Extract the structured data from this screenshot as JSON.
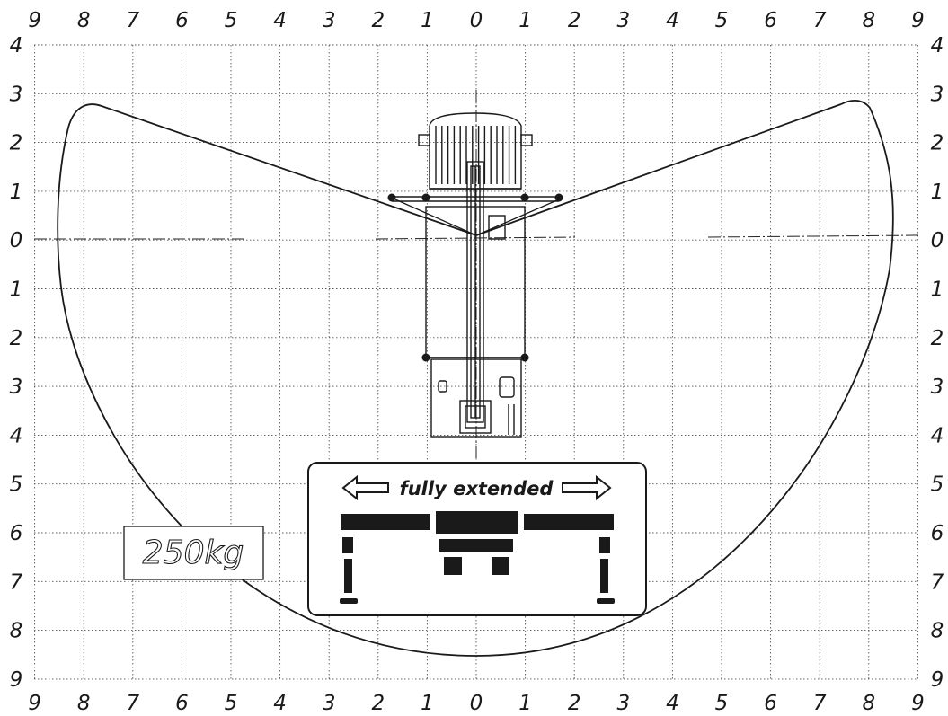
{
  "grid": {
    "top_labels": [
      "9",
      "8",
      "7",
      "6",
      "5",
      "4",
      "3",
      "2",
      "1",
      "0",
      "1",
      "2",
      "3",
      "4",
      "5",
      "6",
      "7",
      "8",
      "9"
    ],
    "bottom_labels": [
      "9",
      "8",
      "7",
      "6",
      "5",
      "4",
      "3",
      "2",
      "1",
      "0",
      "1",
      "2",
      "3",
      "4",
      "5",
      "6",
      "7",
      "8",
      "9"
    ],
    "left_labels": [
      "4",
      "3",
      "2",
      "1",
      "0",
      "1",
      "2",
      "3",
      "4",
      "5",
      "6",
      "7",
      "8",
      "9"
    ],
    "right_labels": [
      "4",
      "3",
      "2",
      "1",
      "0",
      "1",
      "2",
      "3",
      "4",
      "5",
      "6",
      "7",
      "8",
      "9"
    ]
  },
  "load_label": "250kg",
  "legend": {
    "text": "fully extended"
  },
  "colors": {
    "line": "#1a1a1a",
    "grid": "#555555",
    "background": "#ffffff"
  }
}
